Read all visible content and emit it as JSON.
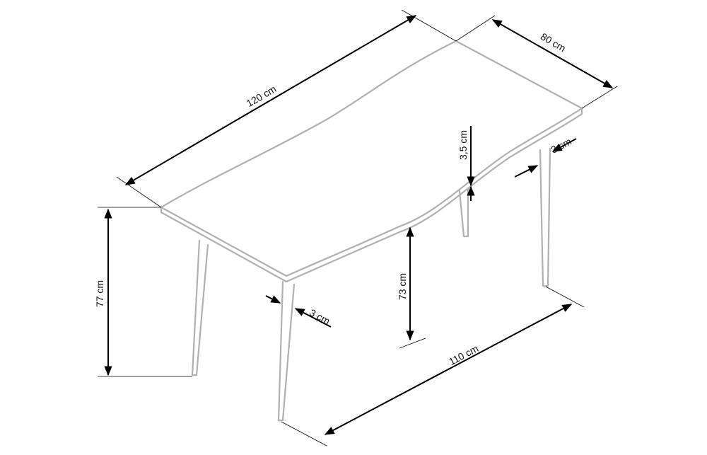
{
  "title": "Table dimensions drawing",
  "dimensions": {
    "length": "120 cm",
    "width": "80 cm",
    "total_height": "77 cm",
    "clearance_height": "73 cm",
    "top_thickness": "3,5 cm",
    "leg_spacing": "110 cm",
    "leg_width_right": "3 cm",
    "leg_width_left": "3 cm"
  },
  "colors": {
    "drawing": "#b0b0b0",
    "dimension": "#000000"
  }
}
